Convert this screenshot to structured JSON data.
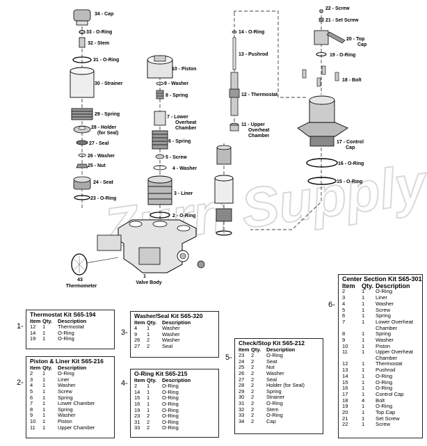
{
  "callouts": {
    "c34": "34 - Cap",
    "c33": "33 - O-Ring",
    "c32": "32 - Stem",
    "c31": "31 - O-Ring",
    "c30": "30 - Strainer",
    "c29": "29 - Spring",
    "c28a": "28 - Holder",
    "c28b": "(for Seal)",
    "c27": "27 - Seal",
    "c26": "26 - Washer",
    "c25": "25 - Nut",
    "c24": "24 - Seat",
    "c23": "23 - O-Ring",
    "c10": "10 - Piston",
    "c9": "9 - Washer",
    "c8": "8 - Spring",
    "c7a": "7 - Lower",
    "c7b": "Overheat",
    "c7c": "Chamber",
    "c6": "6 - Spring",
    "c5": "5 - Screw",
    "c4": "4 - Washer",
    "c3": "3 - Liner",
    "c2": "2 - O-Ring",
    "c14": "14 - O-Ring",
    "c13": "13 - Pushrod",
    "c12": "12 - Thermostat",
    "c11a": "11 - Upper",
    "c11b": "Overheat",
    "c11c": "Chamber",
    "c22": "22 - Screw",
    "c21": "21 - Set Screw",
    "c20a": "20 - Top",
    "c20b": "Cap",
    "c19": "19 - O-Ring",
    "c18": "18 - Bolt",
    "c17a": "17 - Control",
    "c17b": "Cap",
    "c16": "16 - O-Ring",
    "c15": "15 - O-Ring",
    "c43a": "43",
    "c43b": "Thermometer",
    "c1a": "1",
    "c1b": "Valve Body"
  },
  "kit_numbers": [
    "1-",
    "2-",
    "3-",
    "4-",
    "5-",
    "6-"
  ],
  "kits": {
    "thermostat": {
      "title": "Thermostat Kit S65-194",
      "headers": [
        "Item",
        "Qty.",
        "Description"
      ],
      "rows": [
        [
          "12",
          "1",
          "Thermostat"
        ],
        [
          "14",
          "1",
          "O-Ring"
        ],
        [
          "19",
          "1",
          "O-Ring"
        ]
      ]
    },
    "piston_liner": {
      "title": "Piston & Liner Kit S65-216",
      "headers": [
        "Item",
        "Qty.",
        "Description"
      ],
      "rows": [
        [
          "2",
          "1",
          "O-Ring"
        ],
        [
          "3",
          "1",
          "Liner"
        ],
        [
          "4",
          "1",
          "Washer"
        ],
        [
          "5",
          "1",
          "Screw"
        ],
        [
          "6",
          "1",
          "Spring"
        ],
        [
          "7",
          "1",
          "Lower Chamber"
        ],
        [
          "8",
          "1",
          "Spring"
        ],
        [
          "9",
          "1",
          "Washer"
        ],
        [
          "10",
          "1",
          "Piston"
        ],
        [
          "11",
          "1",
          "Upper Chamber"
        ]
      ]
    },
    "washer_seal": {
      "title": "Washer/Seal Kit S65-320",
      "headers": [
        "Item",
        "Qty.",
        "Description"
      ],
      "rows": [
        [
          "4",
          "1",
          "Washer"
        ],
        [
          "9",
          "1",
          "Washer"
        ],
        [
          "26",
          "2",
          "Washer"
        ],
        [
          "27",
          "2",
          "Seal"
        ]
      ]
    },
    "oring": {
      "title": "O-Ring Kit S65-215",
      "headers": [
        "Item",
        "Qty.",
        "Description"
      ],
      "rows": [
        [
          "2",
          "1",
          "O-Ring"
        ],
        [
          "14",
          "1",
          "O-Ring"
        ],
        [
          "15",
          "1",
          "O-Ring"
        ],
        [
          "16",
          "1",
          "O-Ring"
        ],
        [
          "19",
          "1",
          "O-Ring"
        ],
        [
          "23",
          "2",
          "O-Ring"
        ],
        [
          "31",
          "2",
          "O-Ring"
        ],
        [
          "33",
          "2",
          "O-Ring"
        ]
      ]
    },
    "check_stop": {
      "title": "Check/Stop Kit S65-212",
      "headers": [
        "Item",
        "Qty.",
        "Description"
      ],
      "rows": [
        [
          "23",
          "2",
          "O-Ring"
        ],
        [
          "24",
          "2",
          "Seat"
        ],
        [
          "25",
          "2",
          "Nut"
        ],
        [
          "26",
          "2",
          "Washer"
        ],
        [
          "27",
          "2",
          "Seal"
        ],
        [
          "28",
          "2",
          "Holder (for Seal)"
        ],
        [
          "29",
          "2",
          "Spring"
        ],
        [
          "30",
          "2",
          "Strainer"
        ],
        [
          "31",
          "2",
          "O-Ring"
        ],
        [
          "32",
          "2",
          "Stem"
        ],
        [
          "33",
          "2",
          "O-Ring"
        ],
        [
          "34",
          "2",
          "Cap"
        ]
      ]
    },
    "center_section": {
      "title": "Center Section Kit S65-301",
      "headers": [
        "Item",
        "Qty.",
        "Description"
      ],
      "rows": [
        [
          "2",
          "1",
          "O-Ring"
        ],
        [
          "3",
          "1",
          "Liner"
        ],
        [
          "4",
          "1",
          "Washer"
        ],
        [
          "5",
          "1",
          "Screw"
        ],
        [
          "6",
          "1",
          "Spring"
        ],
        [
          "7",
          "1",
          "Lower Overheat Chamber"
        ],
        [
          "8",
          "1",
          "Spring"
        ],
        [
          "9",
          "1",
          "Washer"
        ],
        [
          "10",
          "1",
          "Piston"
        ],
        [
          "11",
          "1",
          "Upper Overheat Chamber"
        ],
        [
          "12",
          "1",
          "Thermostat"
        ],
        [
          "13",
          "1",
          "Pushrod"
        ],
        [
          "14",
          "1",
          "O-Ring"
        ],
        [
          "15",
          "1",
          "O-Ring"
        ],
        [
          "16",
          "1",
          "O-Ring"
        ],
        [
          "17",
          "1",
          "Control Cap"
        ],
        [
          "18",
          "4",
          "Bolt"
        ],
        [
          "19",
          "1",
          "O-Ring"
        ],
        [
          "20",
          "1",
          "Top Cap"
        ],
        [
          "21",
          "1",
          "Set Screw"
        ],
        [
          "22",
          "1",
          "Screw"
        ]
      ]
    }
  },
  "watermark": "Zurn Supply"
}
